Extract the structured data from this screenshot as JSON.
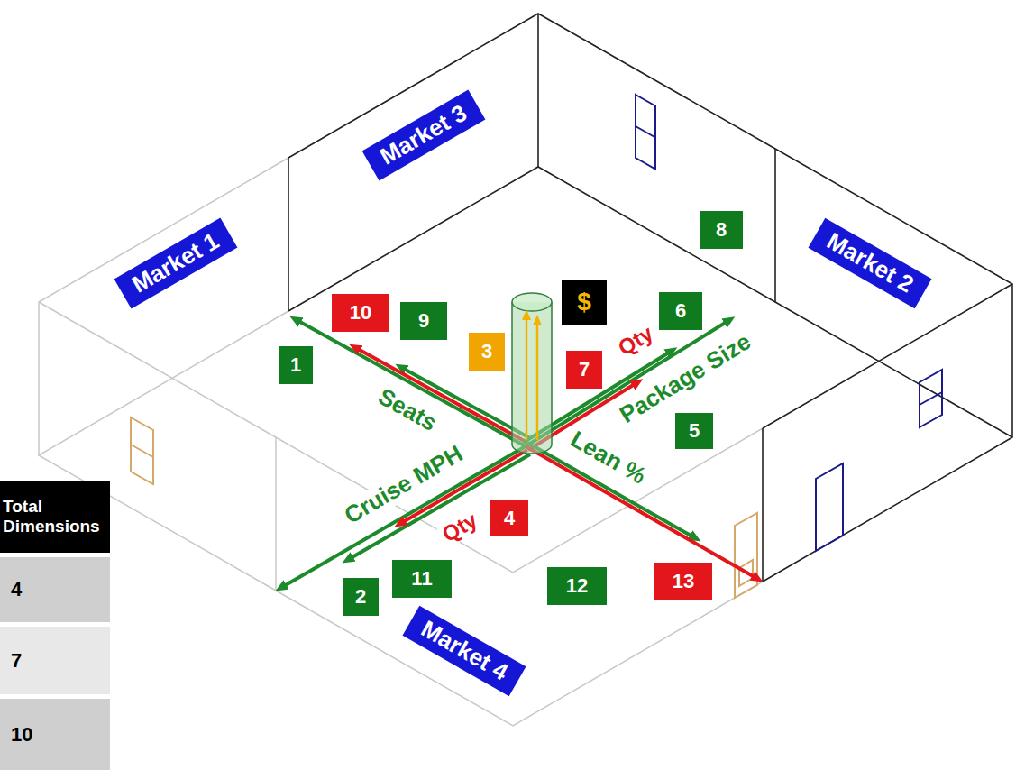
{
  "diagram": {
    "nodes": [
      {
        "text": [
          "Market 3"
        ]
      },
      {
        "text": [
          "8"
        ]
      },
      {
        "text": [
          "Market 1"
        ]
      },
      {
        "text": [
          "Market 2"
        ]
      },
      {
        "text": [
          "$"
        ]
      },
      {
        "text": [
          "10"
        ]
      },
      {
        "text": [
          "6"
        ]
      },
      {
        "text": [
          "9"
        ]
      },
      {
        "text": [
          "3"
        ]
      },
      {
        "text": [
          "1"
        ]
      },
      {
        "text": [
          "7"
        ]
      },
      {
        "text": [
          "5"
        ]
      },
      {
        "text": [
          "4"
        ]
      },
      {
        "text": [
          "12"
        ]
      },
      {
        "text": [
          "11"
        ]
      },
      {
        "text": [
          "2"
        ]
      },
      {
        "text": [
          "13"
        ]
      },
      {
        "text": [
          "Market 4"
        ]
      }
    ],
    "labels": [
      "Qty",
      "Package Size",
      "Seats",
      "Lean %",
      "Cruise MPH",
      "Qty",
      "Total Dimensions",
      "4",
      "7",
      "10"
    ]
  }
}
